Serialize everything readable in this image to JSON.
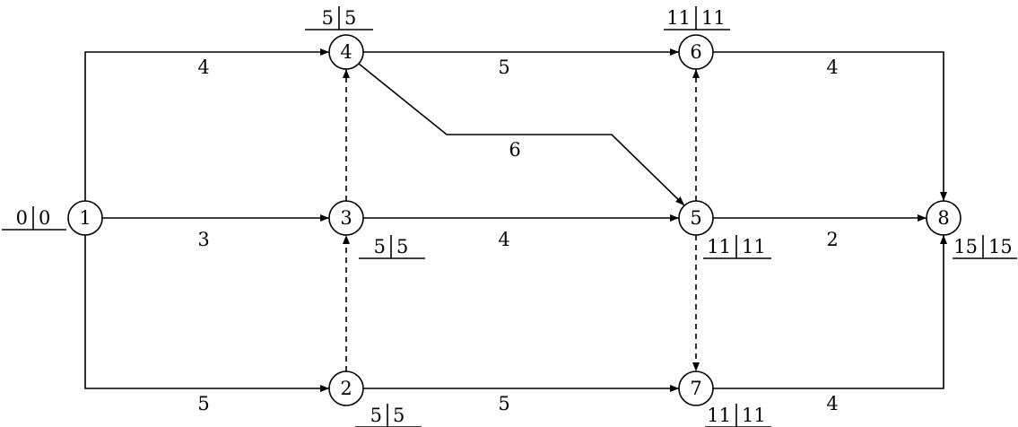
{
  "nodes": [
    {
      "id": "1",
      "label": "1",
      "es": "0",
      "ls": "0"
    },
    {
      "id": "2",
      "label": "2",
      "es": "5",
      "ls": "5"
    },
    {
      "id": "3",
      "label": "3",
      "es": "5",
      "ls": "5"
    },
    {
      "id": "4",
      "label": "4",
      "es": "5",
      "ls": "5"
    },
    {
      "id": "5",
      "label": "5",
      "es": "11",
      "ls": "11"
    },
    {
      "id": "6",
      "label": "6",
      "es": "11",
      "ls": "11"
    },
    {
      "id": "7",
      "label": "7",
      "es": "11",
      "ls": "11"
    },
    {
      "id": "8",
      "label": "8",
      "es": "15",
      "ls": "15"
    }
  ],
  "edges": [
    {
      "from": "1",
      "to": "4",
      "duration": "4",
      "dummy": false
    },
    {
      "from": "1",
      "to": "3",
      "duration": "3",
      "dummy": false
    },
    {
      "from": "1",
      "to": "2",
      "duration": "5",
      "dummy": false
    },
    {
      "from": "4",
      "to": "6",
      "duration": "5",
      "dummy": false
    },
    {
      "from": "4",
      "to": "5",
      "duration": "6",
      "dummy": false
    },
    {
      "from": "3",
      "to": "5",
      "duration": "4",
      "dummy": false
    },
    {
      "from": "2",
      "to": "7",
      "duration": "5",
      "dummy": false
    },
    {
      "from": "6",
      "to": "8",
      "duration": "4",
      "dummy": false
    },
    {
      "from": "5",
      "to": "8",
      "duration": "2",
      "dummy": false
    },
    {
      "from": "7",
      "to": "8",
      "duration": "4",
      "dummy": false
    },
    {
      "from": "3",
      "to": "4",
      "duration": "",
      "dummy": true
    },
    {
      "from": "2",
      "to": "3",
      "duration": "",
      "dummy": true
    },
    {
      "from": "5",
      "to": "6",
      "duration": "",
      "dummy": true
    },
    {
      "from": "5",
      "to": "7",
      "duration": "",
      "dummy": true
    }
  ]
}
